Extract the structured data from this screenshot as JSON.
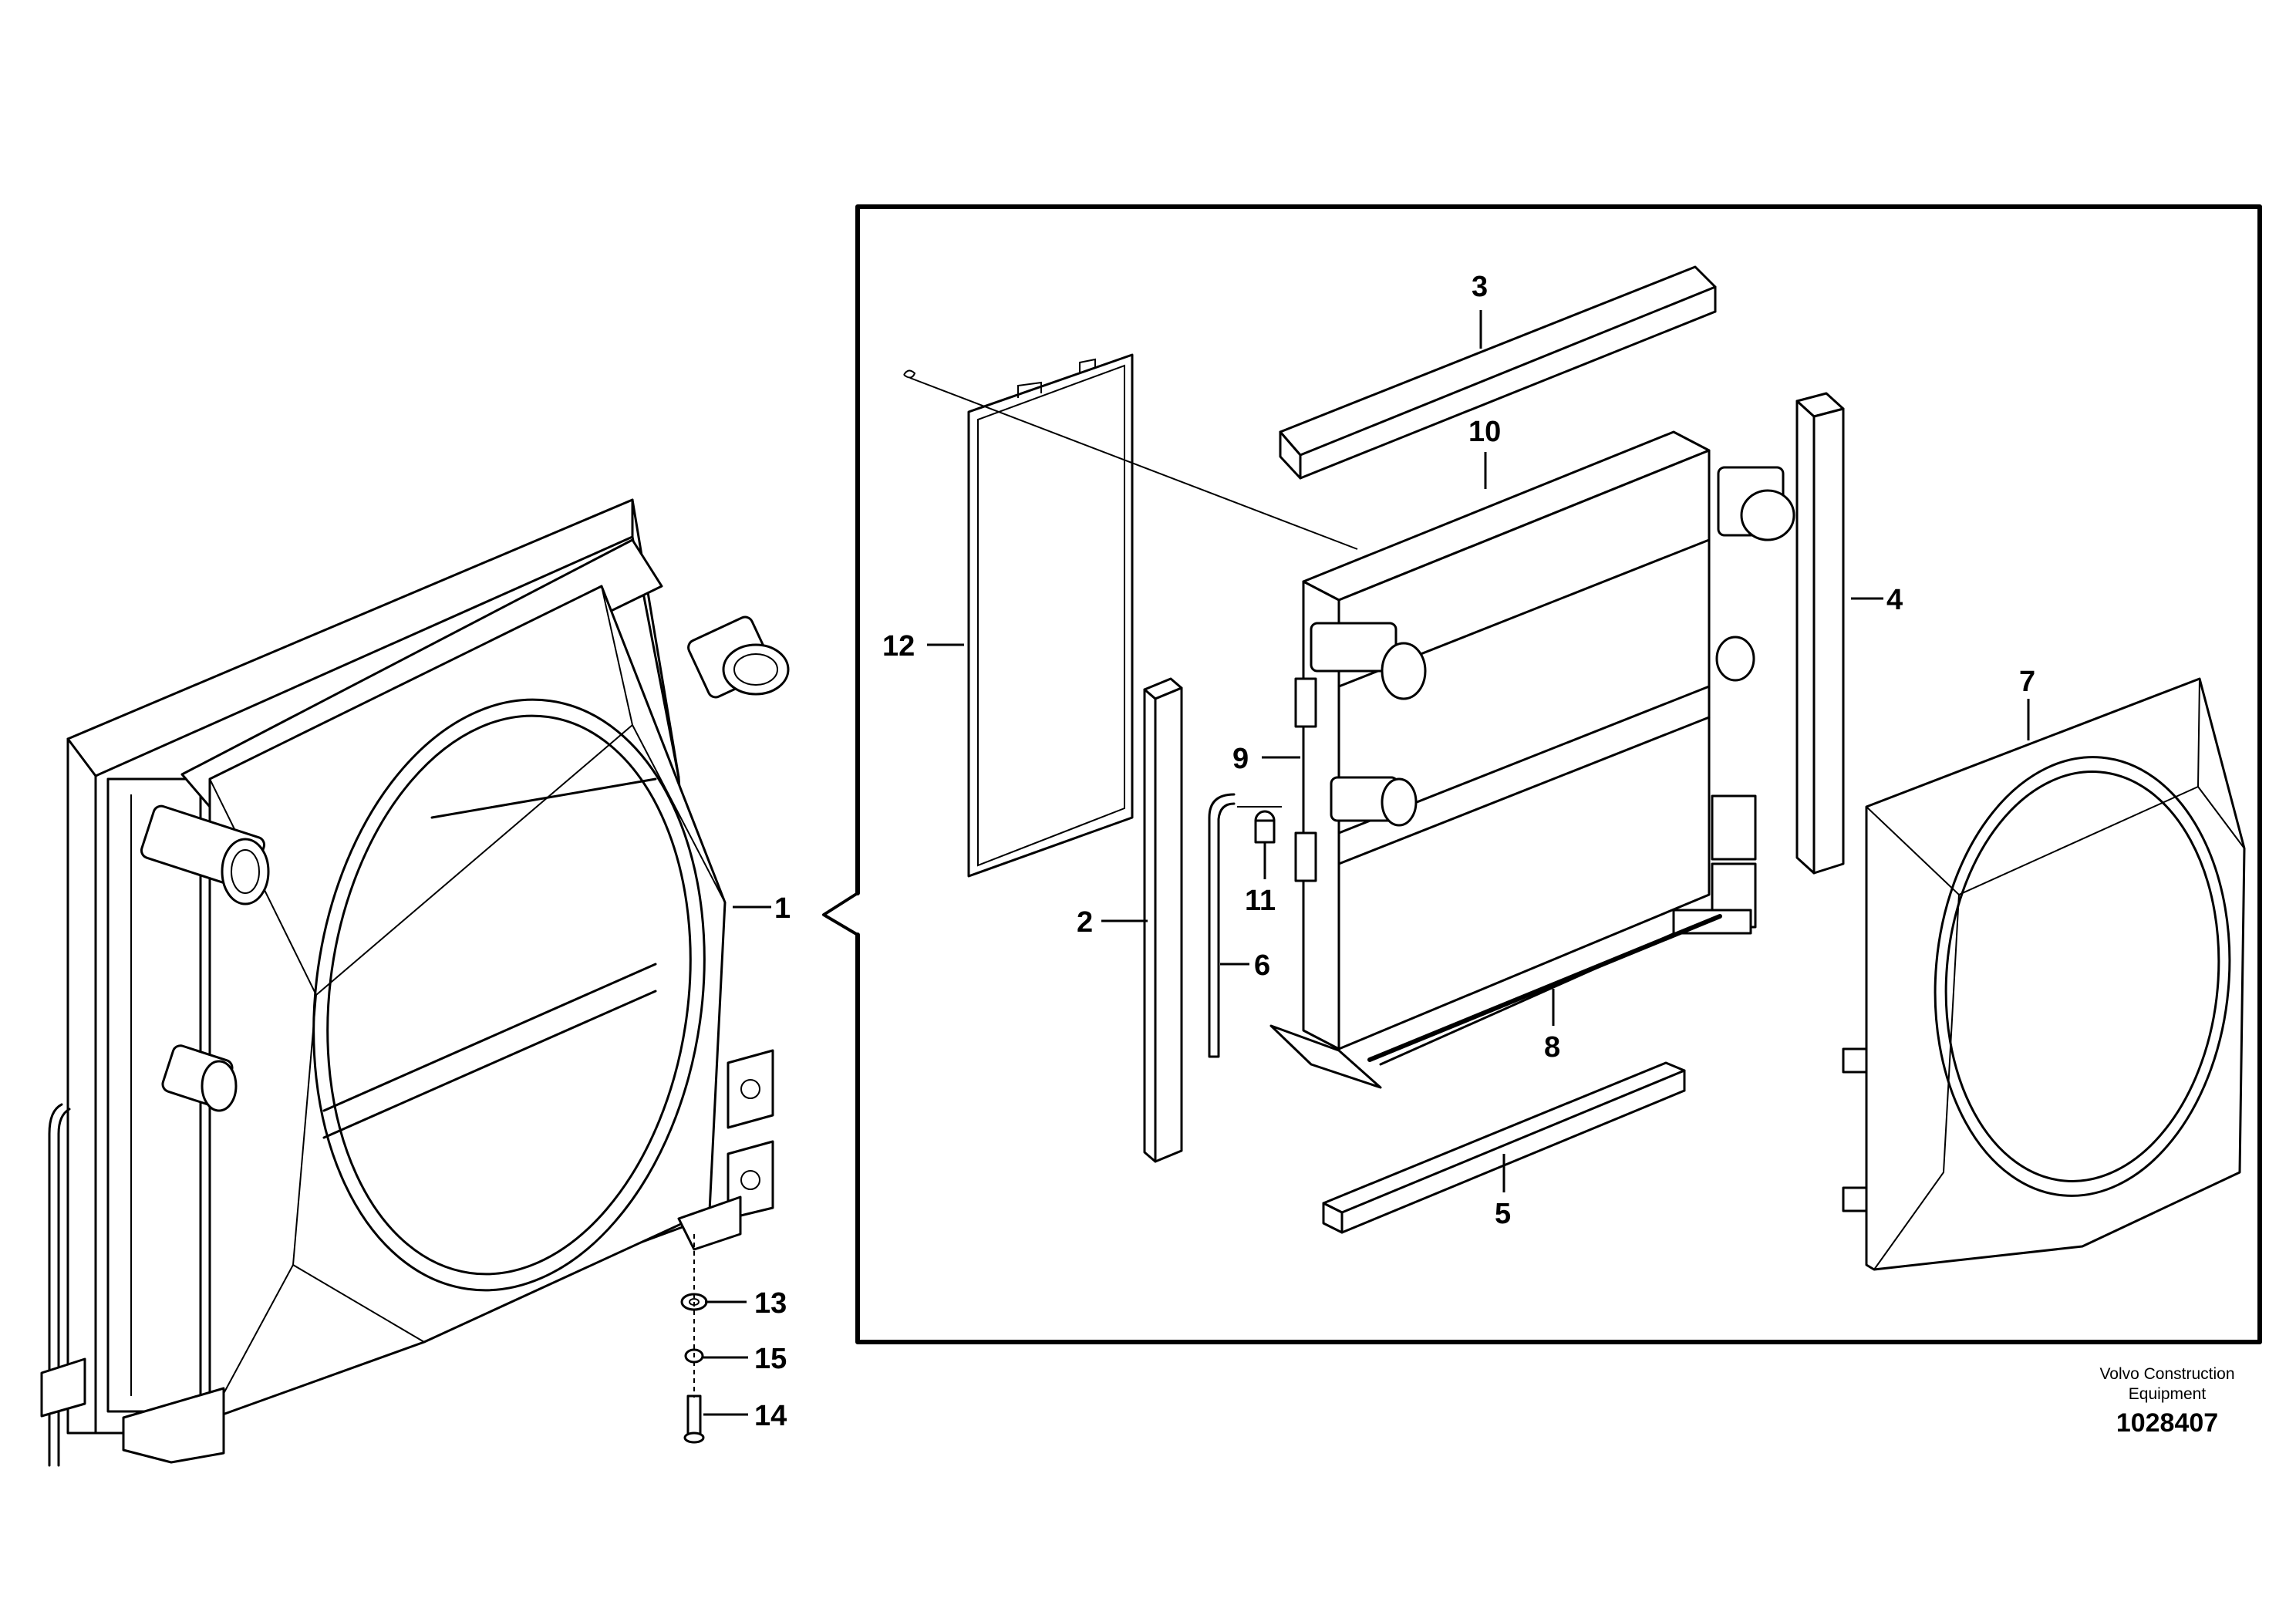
{
  "callouts": [
    {
      "id": "1",
      "label": "1"
    },
    {
      "id": "2",
      "label": "2"
    },
    {
      "id": "3",
      "label": "3"
    },
    {
      "id": "4",
      "label": "4"
    },
    {
      "id": "5",
      "label": "5"
    },
    {
      "id": "6",
      "label": "6"
    },
    {
      "id": "7",
      "label": "7"
    },
    {
      "id": "8",
      "label": "8"
    },
    {
      "id": "9",
      "label": "9"
    },
    {
      "id": "10",
      "label": "10"
    },
    {
      "id": "11",
      "label": "11"
    },
    {
      "id": "12",
      "label": "12"
    },
    {
      "id": "13",
      "label": "13"
    },
    {
      "id": "14",
      "label": "14"
    },
    {
      "id": "15",
      "label": "15"
    }
  ],
  "credit": {
    "line1": "Volvo Construction",
    "line2": "Equipment"
  },
  "document_number": "1028407"
}
